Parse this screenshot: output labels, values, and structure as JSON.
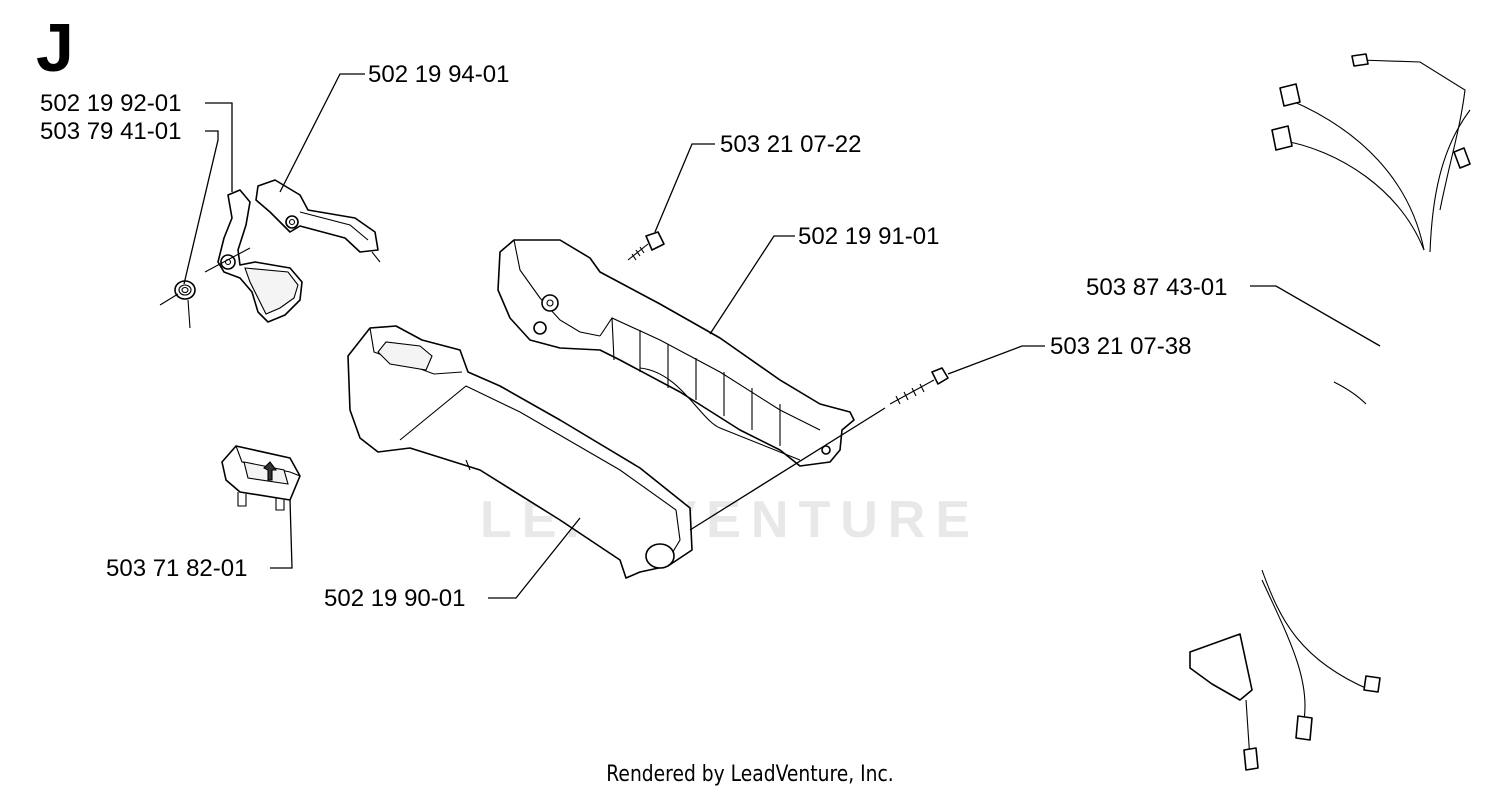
{
  "section_letter": "J",
  "watermark": "LEADVENTURE",
  "footer": "Rendered by LeadVenture, Inc.",
  "part_labels": {
    "p502_19_94_01": "502 19 94-01",
    "p502_19_92_01": "502 19 92-01",
    "p503_79_41_01": "503 79 41-01",
    "p503_21_07_22": "503 21 07-22",
    "p502_19_91_01": "502 19 91-01",
    "p503_87_43_01": "503 87 43-01",
    "p503_21_07_38": "503 21 07-38",
    "p503_71_82_01": "503 71 82-01",
    "p502_19_90_01": "502 19 90-01"
  }
}
